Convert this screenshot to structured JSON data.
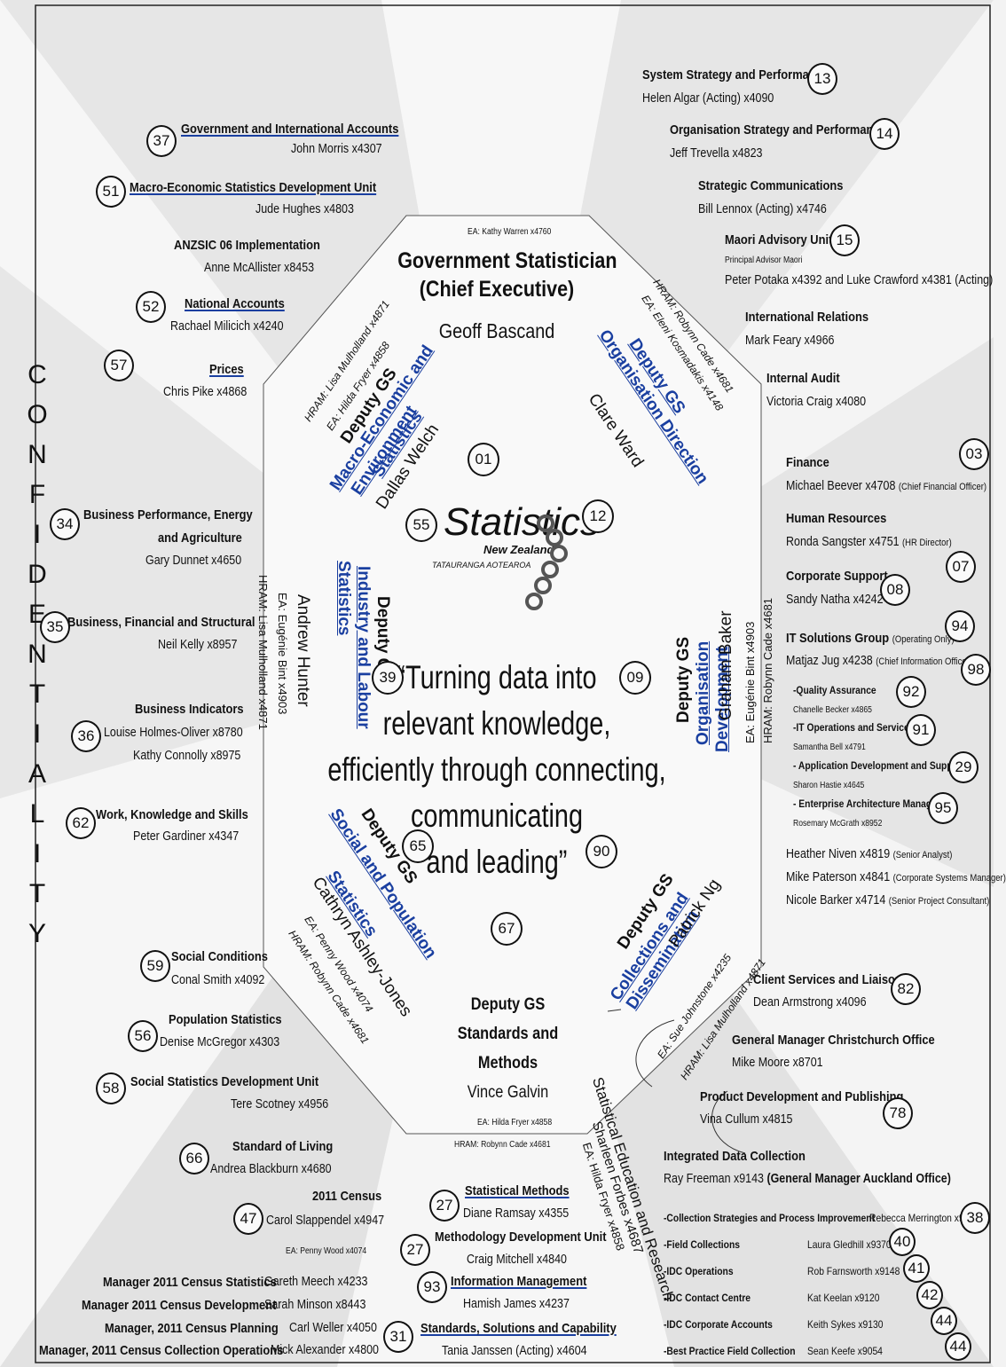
{
  "confidential": [
    "C",
    "O",
    "N",
    "F",
    "I",
    "D",
    "E",
    "N",
    "T",
    "I",
    "A",
    "L",
    "I",
    "T",
    "Y"
  ],
  "center": {
    "ea": "EA: Kathy Warren x4760",
    "title1": "Government Statistician",
    "title2": "(Chief Executive)",
    "name": "Geoff Bascand"
  },
  "logo": {
    "word": "Statistics",
    "nz": "New Zealand",
    "maori": "TATAURANGA AOTEAROA"
  },
  "motto": [
    "“Turning data into",
    "relevant knowledge,",
    "efficiently through connecting,",
    "communicating",
    "and leading”"
  ],
  "macro": {
    "hram": "HRAM: Lisa Mulholland x4871",
    "ea": "EA: Hilda Fryer x4858",
    "deputy": "Deputy GS",
    "line1": "Macro-Economic and",
    "line2": "Environment",
    "line3": "Statistics",
    "name": "Dallas Welch"
  },
  "orgdir": {
    "hram": "HRAM: Robynn Cade x4681",
    "ea": "EA: Eleni Kosmadakis x4148",
    "deputy": "Deputy GS",
    "line1": "Organisation Direction",
    "name": "Clare Ward"
  },
  "industry": {
    "hram": "HRAM: Lisa Mulholland x4871",
    "ea": "EA: Eugénie Bint x4903",
    "deputy": "Deputy GS",
    "line1": "Industry and Labour",
    "line2": "Statistics",
    "line3": "",
    "name": "Andrew Hunter"
  },
  "orgdev": {
    "deputy": "Deputy GS",
    "line1": "Organisation",
    "line2": "Development",
    "name": "Graham Baker",
    "ea": "EA: Eugénie Bint x4903",
    "hram": "HRAM: Robynn Cade x4681"
  },
  "social": {
    "deputy": "Deputy GS",
    "line1": "Social and Population",
    "line2": "Statistics",
    "name": "Cathryn Ashley-Jones",
    "ea": "EA: Penny Wood x4074",
    "hram": "HRAM: Robynn Cade x4681"
  },
  "collections": {
    "deputy": "Deputy GS",
    "line1": "Collections and",
    "line2": "Dissemination",
    "name": "Patrick Ng",
    "ea": "EA: Sue Johnstone x4235",
    "hram": "HRAM: Lisa Mulholland x4871"
  },
  "standards": {
    "deputy": "Deputy GS",
    "line1": "Standards and",
    "line2": "Methods",
    "name": "Vince Galvin",
    "ea": "EA: Hilda Fryer x4858",
    "hram": "HRAM: Robynn Cade x4681"
  },
  "education": {
    "title": "Statistical Education and Research",
    "name": "Sharleen Forbes x4687",
    "ea": "EA: Hilda Fryer x4858"
  },
  "left": {
    "u37": {
      "title": "Government and International Accounts",
      "name": "John Morris x4307"
    },
    "u51": {
      "title": "Macro-Economic Statistics Development Unit",
      "name": "Jude Hughes x4803"
    },
    "anzsic": {
      "title": "ANZSIC 06 Implementation",
      "name": "Anne McAllister x8453"
    },
    "u52": {
      "title": "National Accounts",
      "name": "Rachael Milicich x4240"
    },
    "u57": {
      "title": "Prices",
      "name": "Chris Pike x4868"
    },
    "u34": {
      "title1": "Business Performance, Energy",
      "title2": "and Agriculture",
      "name": "Gary Dunnet x4650"
    },
    "u35": {
      "title": "Business, Financial and Structural",
      "name": "Neil Kelly x8957"
    },
    "u36": {
      "title": "Business Indicators",
      "name1": "Louise Holmes-Oliver x8780",
      "name2": "Kathy Connolly x8975"
    },
    "u62": {
      "title": "Work, Knowledge and Skills",
      "name": "Peter Gardiner x4347"
    },
    "u59": {
      "title": "Social Conditions",
      "name": "Conal Smith x4092"
    },
    "u56": {
      "title": "Population Statistics",
      "name": "Denise McGregor x4303"
    },
    "u58": {
      "title": "Social Statistics Development Unit",
      "name": "Tere Scotney x4956"
    },
    "u66": {
      "title": "Standard of Living",
      "name": "Andrea Blackburn x4680"
    },
    "u47": {
      "title": "2011 Census",
      "name": "Carol Slappendel x4947",
      "ea": "EA: Penny Wood x4074"
    }
  },
  "census": [
    {
      "role": "Manager 2011 Census Statistics",
      "person": "Gareth Meech x4233"
    },
    {
      "role": "Manager 2011 Census Development",
      "person": "Sarah Minson x8443"
    },
    {
      "role": "Manager, 2011 Census Planning",
      "person": "Carl Weller x4050"
    },
    {
      "role": "Manager, 2011 Census Collection Operations",
      "person": "Mick Alexander x4800"
    }
  ],
  "bottom": {
    "u27a": {
      "title": "Statistical Methods",
      "name": "Diane Ramsay x4355"
    },
    "u27b": {
      "title": "Methodology Development Unit",
      "name": "Craig Mitchell x4840"
    },
    "u93": {
      "title": "Information Management",
      "name": "Hamish James x4237"
    },
    "u31": {
      "title": "Standards, Solutions and Capability",
      "name": "Tania Janssen (Acting) x4604"
    }
  },
  "right": {
    "u13": {
      "title": "System Strategy and Performance",
      "name": "Helen Algar (Acting) x4090"
    },
    "u14": {
      "title": "Organisation Strategy and Performance",
      "name": "Jeff Trevella x4823"
    },
    "comms": {
      "title": "Strategic Communications",
      "name": "Bill Lennox (Acting) x4746"
    },
    "u15": {
      "title": "Maori Advisory Unit",
      "sub": "Principal Advisor Maori",
      "name": "Peter Potaka x4392 and Luke Crawford x4381 (Acting)"
    },
    "intl": {
      "title": "International Relations",
      "name": "Mark Feary x4966"
    },
    "audit": {
      "title": "Internal Audit",
      "name": "Victoria Craig x4080"
    },
    "finance": {
      "title": "Finance",
      "name": "Michael Beever x4708",
      "role": "(Chief Financial Officer)"
    },
    "hr": {
      "title": "Human Resources",
      "name": "Ronda Sangster x4751",
      "role": "(HR Director)"
    },
    "corp": {
      "title": "Corporate Support",
      "name": "Sandy Natha x4242"
    },
    "it": {
      "title": "IT Solutions Group",
      "note": "(Operating Only)",
      "name": "Matjaz Jug x4238",
      "role": "(Chief Information Officer)"
    },
    "qa": {
      "title": "-Quality Assurance",
      "name": "Chanelle Becker x4865"
    },
    "itops": {
      "title": "-IT Operations and Services",
      "name": "Samantha Bell x4791"
    },
    "appdev": {
      "title": "- Application Development and Support",
      "name": "Sharon Hastie x4645"
    },
    "entarch": {
      "title": "- Enterprise Architecture Manager",
      "name": "Rosemary McGrath x8952"
    },
    "staff": [
      {
        "name": "Heather Niven x4819",
        "role": "(Senior Analyst)"
      },
      {
        "name": "Mike Paterson x4841",
        "role": "(Corporate Systems Manager)"
      },
      {
        "name": "Nicole Barker x4714",
        "role": "(Senior Project Consultant)"
      }
    ],
    "u82": {
      "title": "Client Services and Liaison",
      "name": "Dean Armstrong x4096"
    },
    "chch": {
      "title": "General Manager Christchurch Office",
      "name": "Mike Moore x8701"
    },
    "u78": {
      "title": "Product Development and Publishing",
      "name": "Vina Cullum x4815"
    },
    "idc": {
      "title": "Integrated Data Collection",
      "name": "Ray Freeman x9143",
      "role": "(General Manager Auckland Office)"
    }
  },
  "idcsub": [
    {
      "title": "-Collection Strategies and Process Improvement",
      "name": "Rebecca Merrington x9310"
    },
    {
      "title": "-Field Collections",
      "name": "Laura Gledhill x9370"
    },
    {
      "title": "-IDC Operations",
      "name": "Rob Farnsworth x9148"
    },
    {
      "title": "-IDC Contact Centre",
      "name": "Kat Keelan x9120"
    },
    {
      "title": "-IDC Corporate Accounts",
      "name": "Keith Sykes x9130"
    },
    {
      "title": "-Best Practice Field Collection",
      "name": "Sean Keefe x9054"
    }
  ],
  "badges": {
    "b37": "37",
    "b51": "51",
    "b52": "52",
    "b57": "57",
    "b34": "34",
    "b35": "35",
    "b36": "36",
    "b62": "62",
    "b59": "59",
    "b56": "56",
    "b58": "58",
    "b66": "66",
    "b47": "47",
    "b27a": "27",
    "b27b": "27",
    "b93": "93",
    "b31": "31",
    "b01": "01",
    "b55": "55",
    "b12": "12",
    "b39": "39",
    "b09": "09",
    "b65": "65",
    "b90": "90",
    "b67": "67",
    "b13": "13",
    "b14": "14",
    "b15": "15",
    "b03": "03",
    "b07": "07",
    "b08": "08",
    "b94": "94",
    "b98": "98",
    "b92": "92",
    "b91": "91",
    "b29": "29",
    "b95": "95",
    "b82": "82",
    "b78": "78",
    "b38": "38",
    "b40": "40",
    "b41": "41",
    "b42": "42",
    "b44a": "44",
    "b44b": "44"
  }
}
